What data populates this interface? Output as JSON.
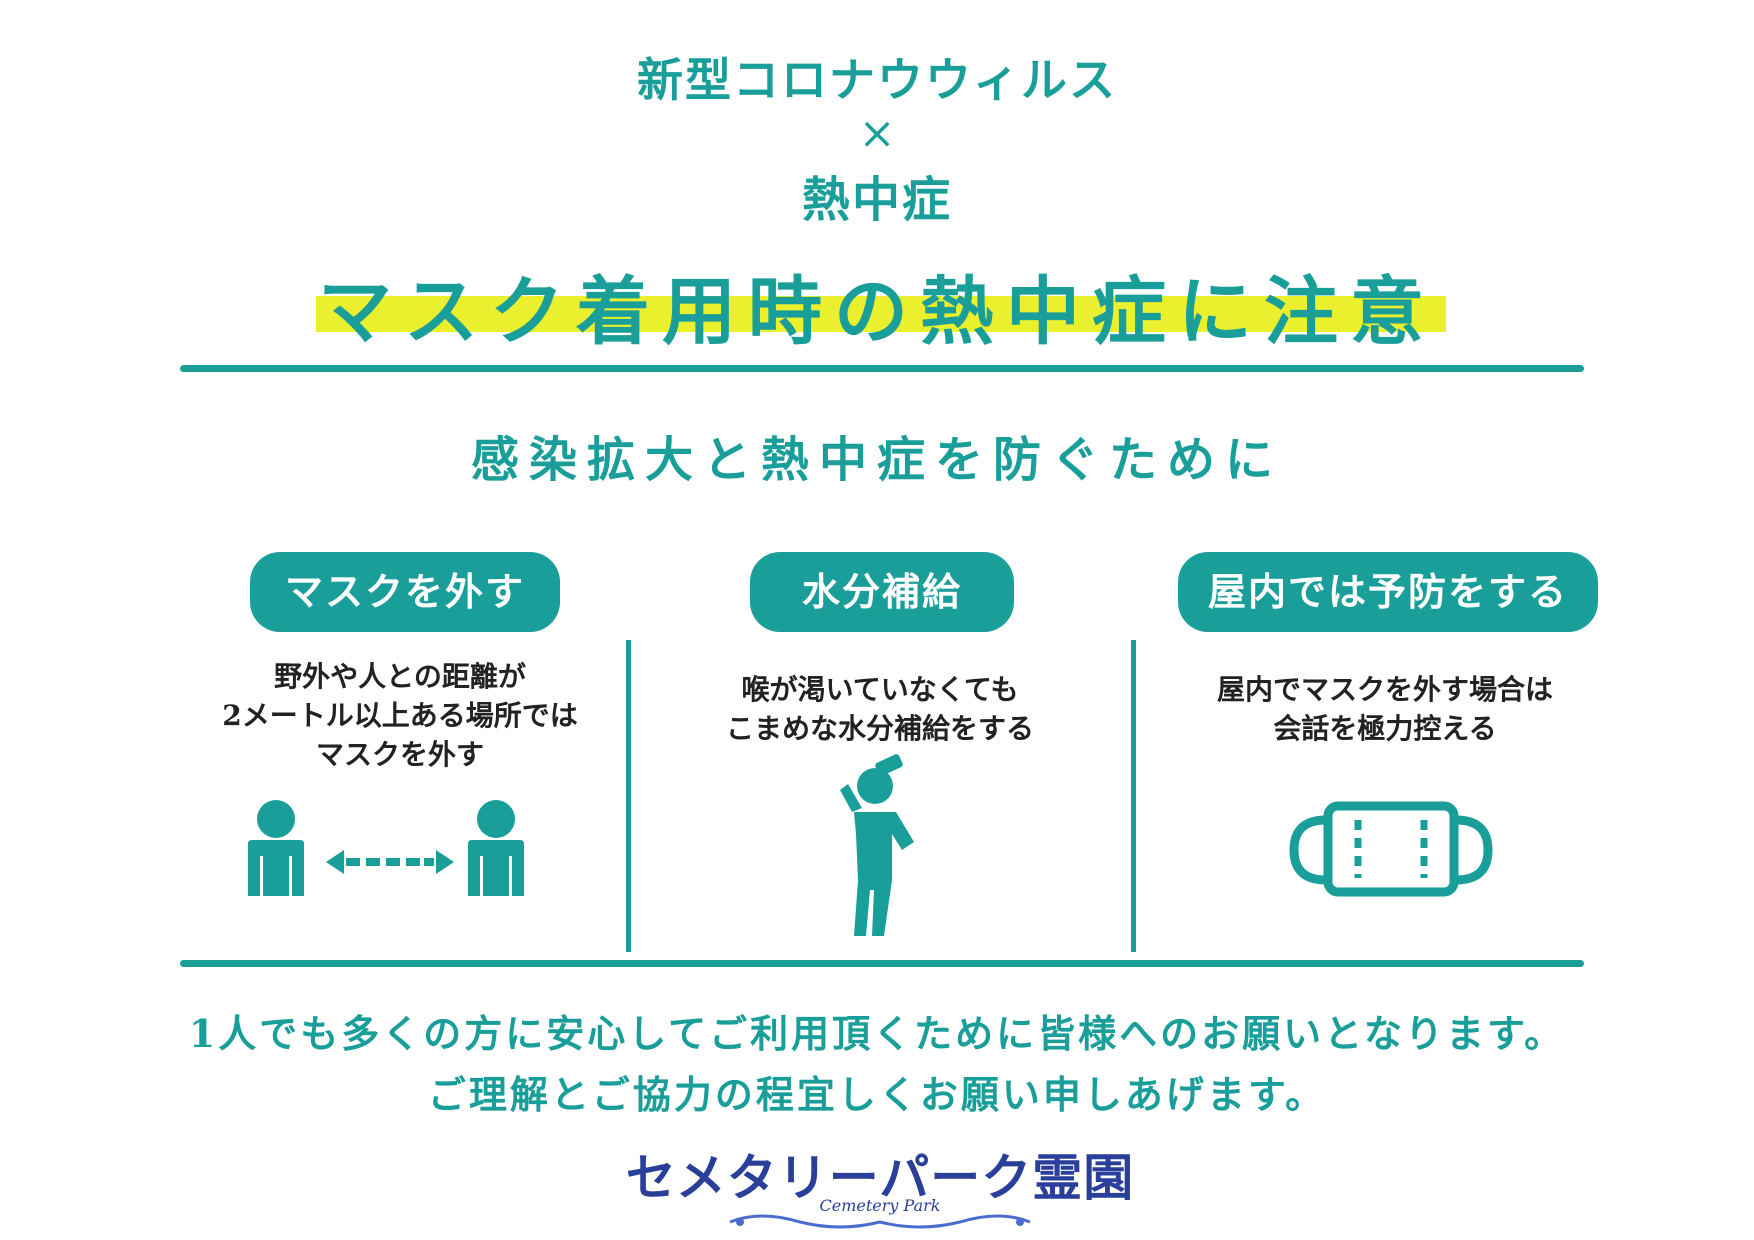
{
  "title_line1": "新型コロナウウィルス",
  "title_cross": "×",
  "title_line2": "熱中症",
  "headline": "マスク着用時の熱中症に注意",
  "subheading": "感染拡大と熱中症を防ぐために",
  "columns": [
    {
      "label": "マスクを外す",
      "lines": [
        "野外や人との距離が",
        "2メートル以上ある場所では",
        "マスクを外す"
      ],
      "icon": "distance-people-icon"
    },
    {
      "label": "水分補給",
      "lines": [
        "喉が渇いていなくても",
        "こまめな水分補給をする"
      ],
      "icon": "drinking-person-icon"
    },
    {
      "label": "屋内では予防をする",
      "lines": [
        "屋内でマスクを外す場合は",
        "会話を極力控える"
      ],
      "icon": "mask-icon"
    }
  ],
  "footer": {
    "line1": "1人でも多くの方に安心してご利用頂くために皆様へのお願いとなります。",
    "line2": "ご理解とご協力の程宜しくお願い申しあげます。"
  },
  "logo": {
    "text": "セメタリーパーク霊園",
    "subtext": "Cemetery Park"
  },
  "colors": {
    "primary": "#1a9e9a",
    "highlight": "#eaf02e",
    "logo": "#2a3f9a"
  }
}
